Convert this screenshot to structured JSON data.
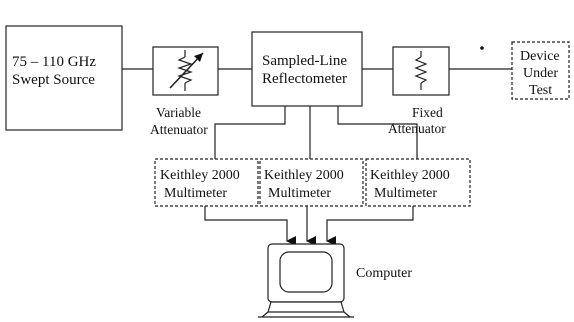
{
  "source": {
    "line1": "75 – 110 GHz",
    "line2": "Swept Source"
  },
  "variable_attenuator": {
    "line1": "Variable",
    "line2": "Attenuator"
  },
  "reflectometer": {
    "line1": "Sampled-Line",
    "line2": "Reflectometer"
  },
  "fixed_attenuator": {
    "line1": "Fixed",
    "line2": "Attenuator"
  },
  "dut": {
    "line1": "Device",
    "line2": "Under",
    "line3": "Test"
  },
  "multimeters": [
    {
      "line1": "Keithley 2000",
      "line2": "Multimeter"
    },
    {
      "line1": "Keithley 2000",
      "line2": "Multimeter"
    },
    {
      "line1": "Keithley 2000",
      "line2": "Multimeter"
    }
  ],
  "computer": {
    "label": "Computer"
  }
}
